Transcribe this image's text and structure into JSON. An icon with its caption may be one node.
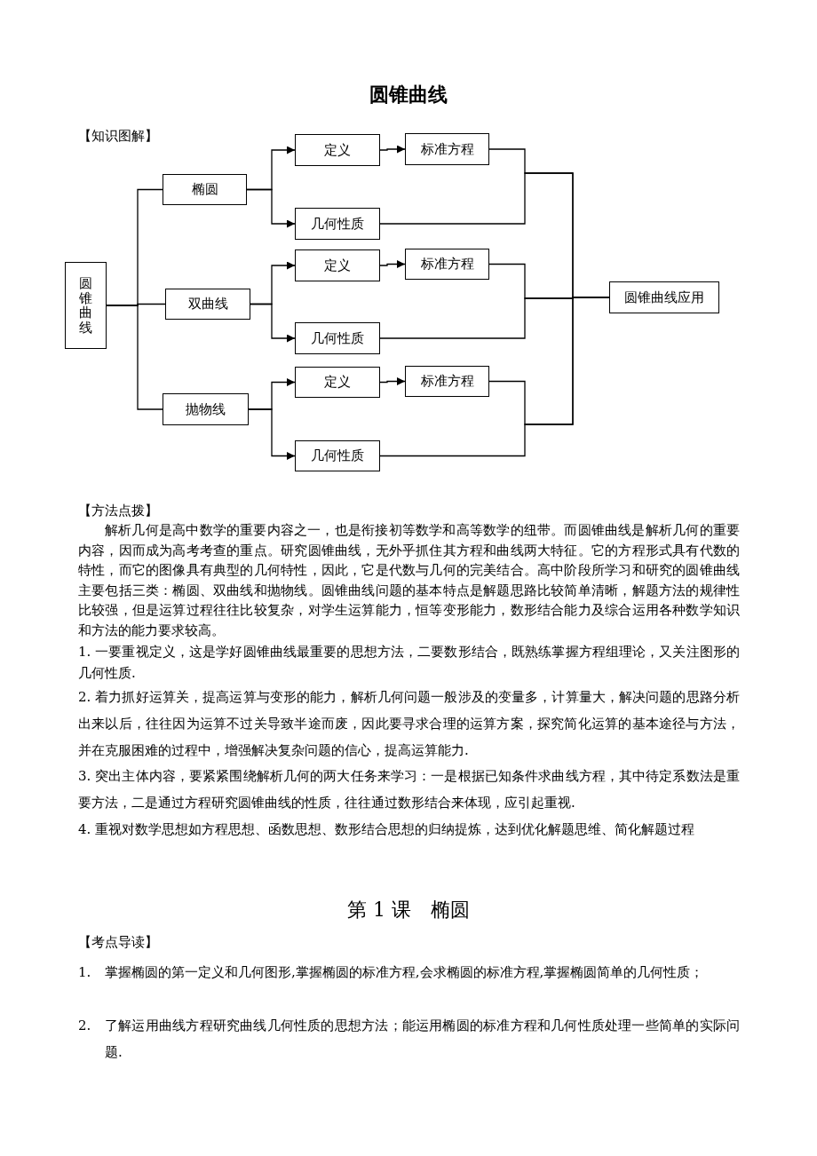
{
  "diagram": {
    "title": "圆锥曲线",
    "nodes": [
      {
        "text": [
          "圆锥曲线"
        ]
      },
      {
        "text": [
          "椭圆"
        ]
      },
      {
        "text": [
          "定义"
        ]
      },
      {
        "text": [
          "标准方程"
        ]
      },
      {
        "text": [
          "几何性质"
        ]
      },
      {
        "text": [
          "双曲线"
        ]
      },
      {
        "text": [
          "定义"
        ]
      },
      {
        "text": [
          "标准方程"
        ]
      },
      {
        "text": [
          "几何性质"
        ]
      },
      {
        "text": [
          "抛物线"
        ]
      },
      {
        "text": [
          "定义"
        ]
      },
      {
        "text": [
          "标准方程"
        ]
      },
      {
        "text": [
          "几何性质"
        ]
      },
      {
        "text": [
          "圆锥曲线应用"
        ]
      }
    ],
    "edges": [
      {
        "from": 0,
        "to": 1,
        "arrow": "none"
      },
      {
        "from": 0,
        "to": 5,
        "arrow": "none"
      },
      {
        "from": 0,
        "to": 9,
        "arrow": "none"
      },
      {
        "from": 1,
        "to": 2,
        "arrow": "to"
      },
      {
        "from": 1,
        "to": 4,
        "arrow": "to"
      },
      {
        "from": 2,
        "to": 3,
        "arrow": "to"
      },
      {
        "from": 5,
        "to": 6,
        "arrow": "to"
      },
      {
        "from": 5,
        "to": 8,
        "arrow": "to"
      },
      {
        "from": 6,
        "to": 7,
        "arrow": "to"
      },
      {
        "from": 9,
        "to": 10,
        "arrow": "to"
      },
      {
        "from": 9,
        "to": 12,
        "arrow": "to"
      },
      {
        "from": 10,
        "to": 11,
        "arrow": "to"
      },
      {
        "from": 3,
        "to": 13,
        "arrow": "none"
      },
      {
        "from": 4,
        "to": 13,
        "arrow": "none"
      },
      {
        "from": 7,
        "to": 13,
        "arrow": "none"
      },
      {
        "from": 8,
        "to": 13,
        "arrow": "none"
      },
      {
        "from": 11,
        "to": 13,
        "arrow": "none"
      },
      {
        "from": 12,
        "to": 13,
        "arrow": "none"
      }
    ],
    "labels": [
      "【知识图解】",
      "【方法点拨】",
      "解析几何是高中数学的重要内容之一，也是衔接初等数学和高等数学的纽带。而圆锥曲线是解析几何的重要内容，因而成为高考考查的重点。研究圆锥曲线，无外乎抓住其方程和曲线两大特征。它的方程形式具有代数的特性，而它的图像具有典型的几何特性，因此，它是代数与几何的完美结合。高中阶段所学习和研究的圆锥曲线主要包括三类：椭圆、双曲线和抛物线。圆锥曲线问题的基本特点是解题思路比较简单清晰，解题方法的规律性比较强，但是运算过程往往比较复杂，对学生运算能力，恒等变形能力，数形结合能力及综合运用各种数学知识和方法的能力要求较高。",
      "1. 一要重视定义，这是学好圆锥曲线最重要的思想方法，二要数形结合，既熟练掌握方程组理论，又关注图形的几何性质.",
      "2. 着力抓好运算关，提高运算与变形的能力，解析几何问题一般涉及的变量多，计算量大，解决问题的思路分析出来以后，往往因为运算不过关导致半途而废，因此要寻求合理的运算方案，探究简化运算的基本途径与方法，并在克服困难的过程中，增强解决复杂问题的信心，提高运算能力.",
      "3. 突出主体内容，要紧紧围绕解析几何的两大任务来学习：一是根据已知条件求曲线方程，其中待定系数法是重要方法，二是通过方程研究圆锥曲线的性质，往往通过数形结合来体现，应引起重视.",
      "4. 重视对数学思想如方程思想、函数思想、数形结合思想的归纳提炼，达到优化解题思维、简化解题过程",
      "第 1 课　椭圆",
      "【考点导读】",
      "1.",
      "掌握椭圆的第一定义和几何图形,掌握椭圆的标准方程,会求椭圆的标准方程,掌握椭圆简单的几何性质；",
      "2.",
      "了解运用曲线方程研究曲线几何性质的思想方法；能运用椭圆的标准方程和几何性质处理一些简单的实际问题."
    ]
  }
}
